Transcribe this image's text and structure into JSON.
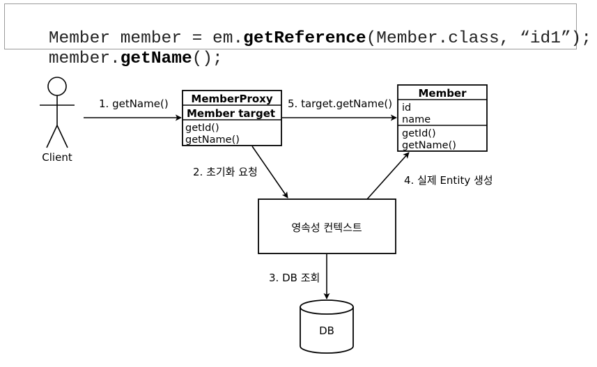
{
  "code": {
    "line1": [
      {
        "text": "Member member = em.",
        "bold": false
      },
      {
        "text": "getReference",
        "bold": true
      },
      {
        "text": "(Member.class, “id1”);",
        "bold": false
      }
    ],
    "line2": [
      {
        "text": "member.",
        "bold": false
      },
      {
        "text": "getName",
        "bold": true
      },
      {
        "text": "();",
        "bold": false
      }
    ]
  },
  "client": {
    "label": "Client"
  },
  "proxy": {
    "title": "MemberProxy",
    "field": "Member target",
    "methods": [
      "getId()",
      "getName()"
    ]
  },
  "member": {
    "title": "Member",
    "fields": [
      "id",
      "name"
    ],
    "methods": [
      "getId()",
      "getName()"
    ]
  },
  "context": {
    "label": "영속성 컨텍스트"
  },
  "db": {
    "label": "DB"
  },
  "steps": {
    "step1": "1. getName()",
    "step2": "2. 초기화 요청",
    "step3": "3. DB 조회",
    "step4": "4. 실제 Entity 생성",
    "step5": "5. target.getName()"
  },
  "colors": {
    "line": "#000000",
    "code_border": "#9a9a9a"
  }
}
